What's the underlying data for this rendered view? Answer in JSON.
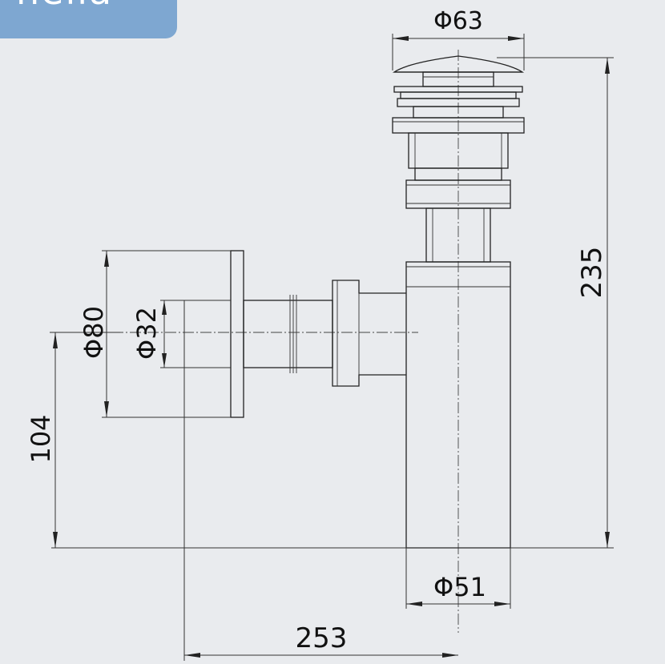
{
  "header": {
    "tab_label": "nella",
    "tab_color": "#7ea7d1"
  },
  "drawing": {
    "background": "#e9ebee",
    "dimensions": {
      "top_diameter": "Φ63",
      "bottom_diameter": "Φ51",
      "outlet_diameter": "Φ32",
      "flange_diameter": "Φ80",
      "total_height": "235",
      "outlet_height": "104",
      "horizontal_length": "253"
    }
  }
}
